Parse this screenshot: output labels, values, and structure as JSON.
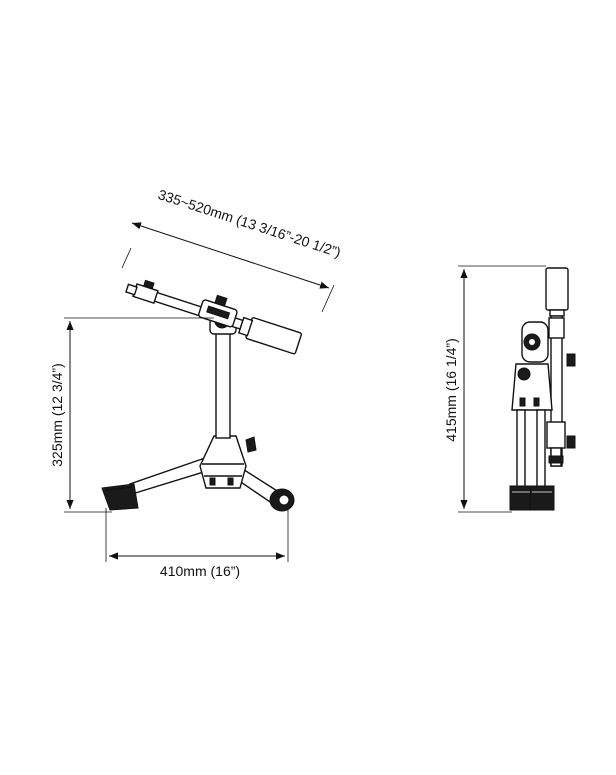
{
  "dimensions": {
    "boom_length": "335~520mm (13 3/16”-20 1/2”)",
    "base_height": "325mm (12 3/4”)",
    "base_width": "410mm (16”)",
    "folded_height": "415mm (16 1/4”)"
  },
  "colors": {
    "ink": "#111111",
    "background": "#ffffff"
  }
}
